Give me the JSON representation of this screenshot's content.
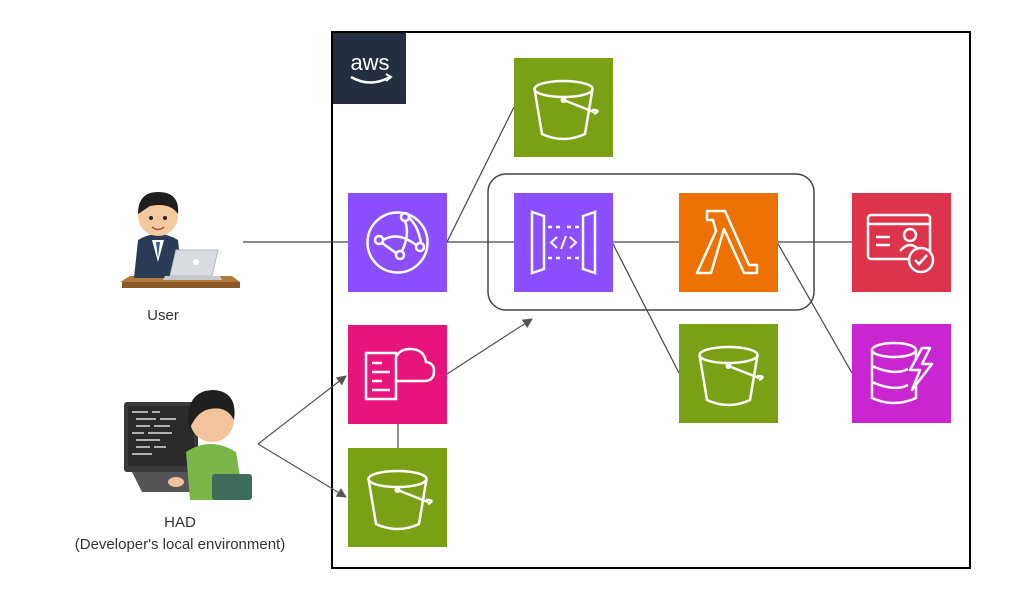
{
  "actors": {
    "user": {
      "label": "User"
    },
    "developer": {
      "label_line1": "HAD",
      "label_line2": "(Developer's local environment)"
    }
  },
  "aws": {
    "logo_text": "aws"
  },
  "services": [
    {
      "id": "cloudfront",
      "icon": "cloudfront-icon",
      "color": "#8C4FFF"
    },
    {
      "id": "s3-top",
      "icon": "s3-bucket-icon",
      "color": "#7AA116"
    },
    {
      "id": "api-gateway",
      "icon": "api-gateway-icon",
      "color": "#8C4FFF"
    },
    {
      "id": "lambda",
      "icon": "lambda-icon",
      "color": "#ED7100"
    },
    {
      "id": "cognito",
      "icon": "cognito-icon",
      "color": "#DD344C"
    },
    {
      "id": "s3-mid",
      "icon": "s3-bucket-icon",
      "color": "#7AA116"
    },
    {
      "id": "dynamodb",
      "icon": "dynamodb-icon",
      "color": "#C925D1"
    },
    {
      "id": "cloudformation",
      "icon": "cloudformation-icon",
      "color": "#E7157B"
    },
    {
      "id": "s3-deploy",
      "icon": "s3-bucket-icon",
      "color": "#7AA116"
    }
  ]
}
